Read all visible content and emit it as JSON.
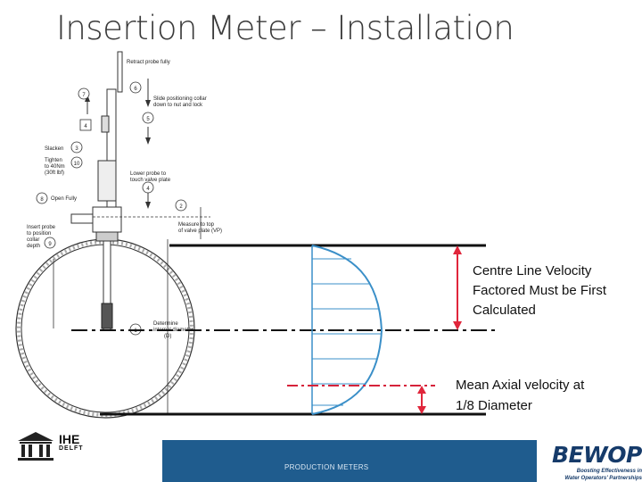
{
  "slide": {
    "title": "Insertion Meter – Installation"
  },
  "annotations": {
    "centre_line": [
      "Centre Line Velocity",
      "Factored Must be First",
      "Calculated"
    ],
    "mean_axial": [
      "Mean Axial velocity at",
      "1/8 Diameter"
    ]
  },
  "drawing_labels": {
    "retract": "Retract probe fully",
    "slide_collar": [
      "Slide positioning collar",
      "down to nut and lock"
    ],
    "slacken": "Slacken",
    "tighten": [
      "Tighten",
      "to 40Nm",
      "(30ft lbf)"
    ],
    "lower_probe": [
      "Lower probe to",
      "touch valve plate"
    ],
    "open_fully": "Open Fully",
    "insert_probe": [
      "Insert probe",
      "to position",
      "collar",
      "depth"
    ],
    "measure": [
      "Measure to top",
      "of valve plate (VP)"
    ],
    "determine": [
      "Determine",
      "internal diameter",
      "(D)"
    ],
    "steps": [
      "7",
      "6",
      "5",
      "4",
      "3",
      "10",
      "4",
      "8",
      "2",
      "9",
      "1"
    ]
  },
  "footer": {
    "text": "PRODUCTION METERS",
    "ihe_logo": {
      "word": "IHE",
      "sub": "DELFT"
    },
    "bewop_logo": {
      "word": "BEWOP",
      "tagline": [
        "Boosting Effectiveness in",
        "Water Operators' Partnerships"
      ]
    }
  },
  "colors": {
    "footer_bar": "#1f5c8e",
    "profile_blue": "#3a8fc8",
    "arrow_red": "#e0263b",
    "mean_line_red": "#d6223a"
  }
}
